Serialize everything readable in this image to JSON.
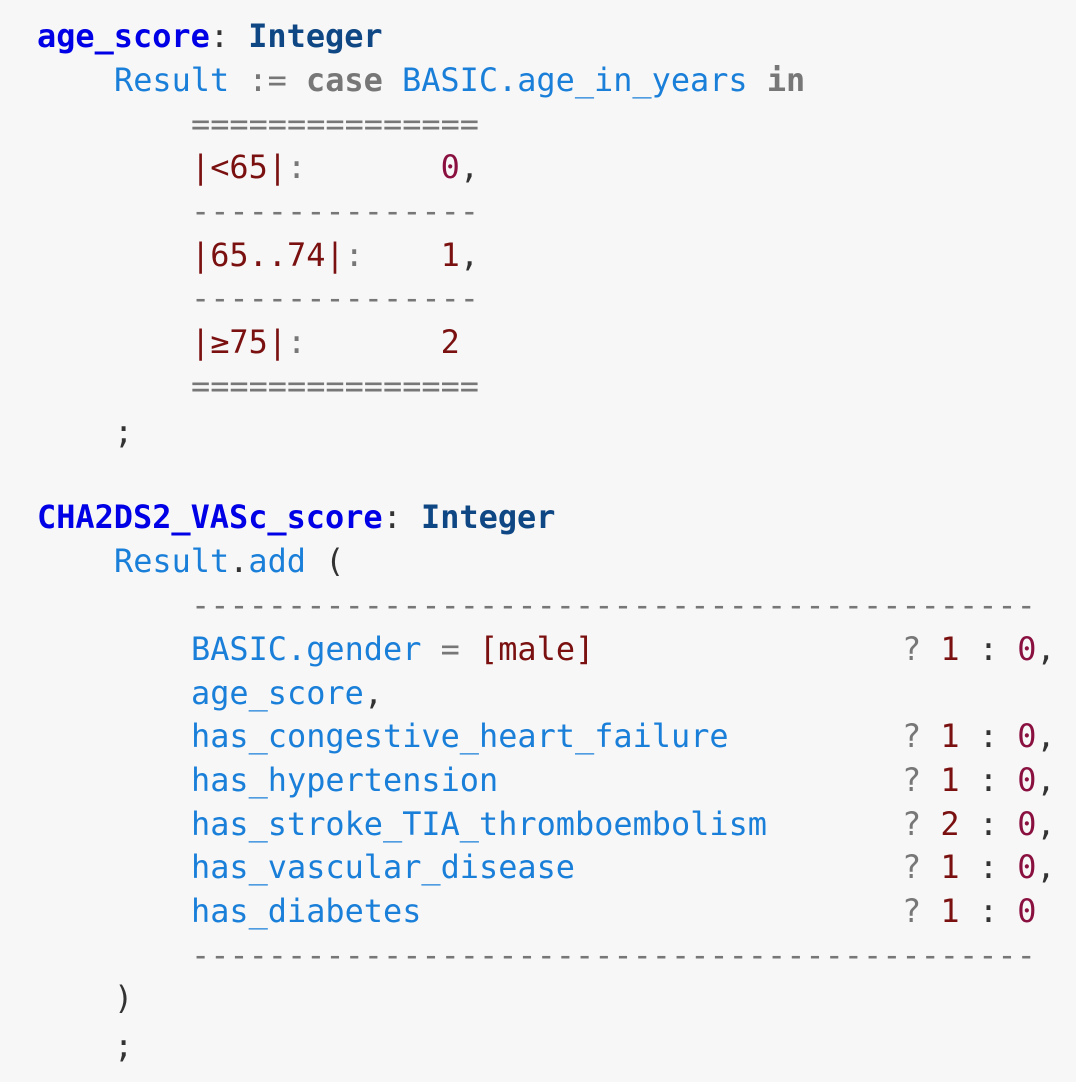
{
  "age_block": {
    "name": "age_score",
    "colon": ":",
    "type": "Integer",
    "result": "Result",
    "assign": ":=",
    "case_kw": "case",
    "case_expr": "BASIC.age_in_years",
    "in_kw": "in",
    "rule_double": "===============",
    "rule_single": "---------------",
    "rows": [
      {
        "bar_open": "|",
        "range": "<65",
        "bar_close": "|",
        "colon": ":",
        "value": "0",
        "trail": ","
      },
      {
        "bar_open": "|",
        "range": "65..74",
        "bar_close": "|",
        "colon": ":",
        "value": "1",
        "trail": ","
      },
      {
        "bar_open": "|",
        "range": "≥75",
        "bar_close": "|",
        "colon": ":",
        "value": "2",
        "trail": ""
      }
    ],
    "terminator": ";"
  },
  "vasc_block": {
    "name": "CHA2DS2_VASc_score",
    "colon": ":",
    "type": "Integer",
    "result": "Result",
    "dot": ".",
    "method": "add",
    "paren_open": "(",
    "rule": "--------------------------------------------",
    "gender_expr": "BASIC.gender",
    "equals": "=",
    "gender_value": "[male]",
    "age_ref": "age_score",
    "age_ref_trail": ",",
    "q": "?",
    "c": ":",
    "terms": [
      {
        "name": "BASIC.gender = [male]",
        "then": "1",
        "else": "0",
        "trail": ","
      },
      {
        "name": "has_congestive_heart_failure",
        "then": "1",
        "else": "0",
        "trail": ","
      },
      {
        "name": "has_hypertension",
        "then": "1",
        "else": "0",
        "trail": ","
      },
      {
        "name": "has_stroke_TIA_thromboembolism",
        "then": "2",
        "else": "0",
        "trail": ","
      },
      {
        "name": "has_vascular_disease",
        "then": "1",
        "else": "0",
        "trail": ","
      },
      {
        "name": "has_diabetes",
        "then": "1",
        "else": "0",
        "trail": ""
      }
    ],
    "paren_close": ")",
    "terminator": ";"
  }
}
